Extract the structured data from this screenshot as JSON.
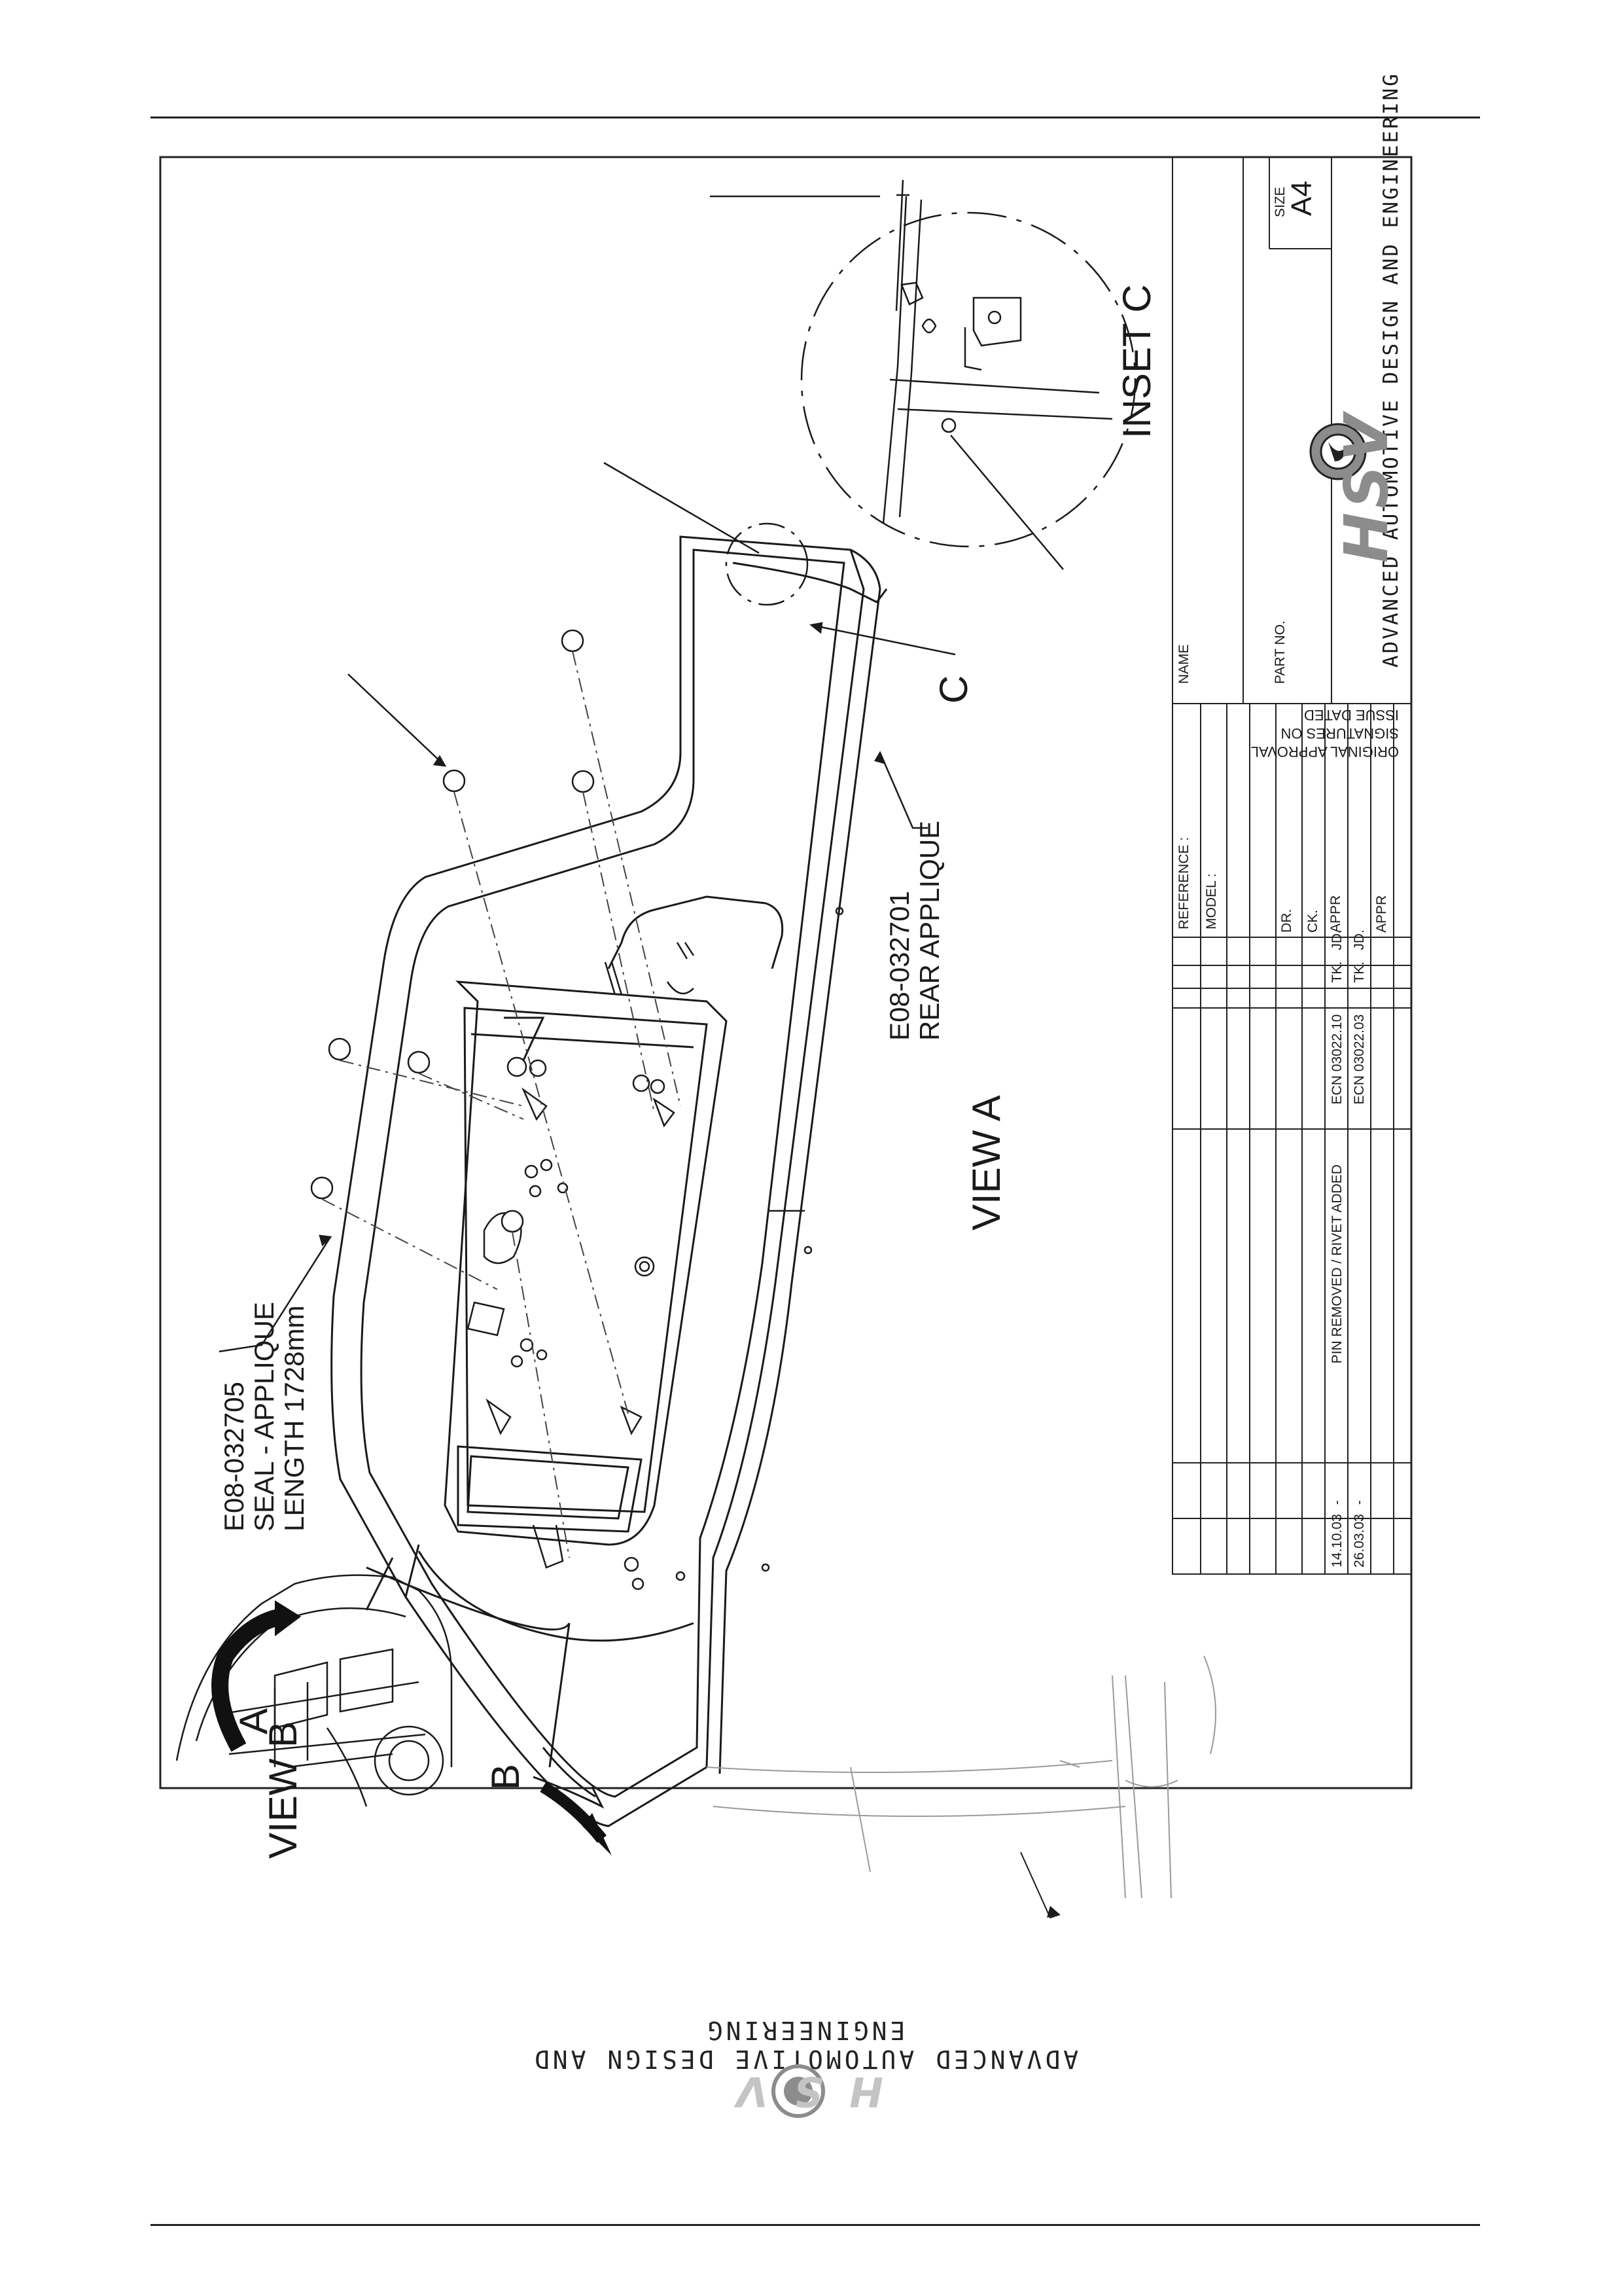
{
  "labels": {
    "seal_part": "E08-032705",
    "seal_name": "SEAL - APPLIQUE",
    "seal_length": "LENGTH 1728mm",
    "rear_part": "E08-032701",
    "rear_name": "REAR APPLIQUE",
    "view_a": "VIEW A",
    "view_b": "VIEW B",
    "inset_c": "INSET C",
    "callout_a": "A",
    "callout_b": "B",
    "callout_c": "C"
  },
  "title_block": {
    "reference": "REFERENCE :",
    "model": "MODEL :",
    "dr": "DR.",
    "ck": "CK.",
    "appr1": "APPR",
    "appr2": "APPR",
    "name": "NAME",
    "part_no": "PART NO.",
    "size_label": "SIZE",
    "size_value": "A4",
    "orig_line1": "ORIGINAL APPROVAL",
    "orig_line2": "SIGNATURES ON",
    "orig_line3": "ISSUE DATED",
    "company": "ADVANCED AUTOMOTIVE DESIGN AND ENGINEERING",
    "logo_text": "HSV",
    "revisions": [
      {
        "date": "14.10.03",
        "dash": "-",
        "desc": "PIN REMOVED / RIVET ADDED",
        "ecn": "ECN 03022.10",
        "tk": "TK.",
        "jd": "JD."
      },
      {
        "date": "26.03.03",
        "dash": "-",
        "desc": "",
        "ecn": "ECN 03022.03",
        "tk": "TK.",
        "jd": "JD."
      }
    ]
  },
  "footer": {
    "company": "ADVANCED AUTOMOTIVE DESIGN AND ENGINEERING",
    "logo_text": "HSV"
  },
  "colors": {
    "line": "#1a1a1a",
    "faint": "#9a9a9a",
    "brand_grey": "#8c8c8c"
  }
}
